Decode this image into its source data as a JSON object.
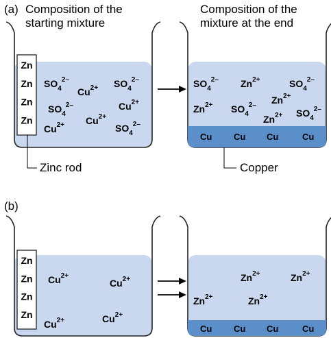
{
  "panel_a": {
    "label": "(a)",
    "caption_left": "Composition of the\nstarting mixture",
    "caption_right": "Composition of the\nmixture at the end",
    "rod_label": "Zn",
    "ion_sulfate": "SO",
    "ion_sulfate_sub": "4",
    "ion_sulfate_charge": "2–",
    "ion_copper": "Cu",
    "ion_zinc": "Zn",
    "charge_2plus": "2+",
    "solid_copper": "Cu",
    "callout_rod": "Zinc rod",
    "callout_copper": "Copper"
  },
  "panel_b": {
    "label": "(b)",
    "rod_label": "Zn",
    "ion_copper": "Cu",
    "ion_zinc": "Zn",
    "charge_2plus": "2+",
    "solid_copper": "Cu"
  },
  "colors": {
    "solution": "#c9d7ef",
    "copper_layer": "#5b8fc9",
    "beaker_line": "#222222"
  }
}
